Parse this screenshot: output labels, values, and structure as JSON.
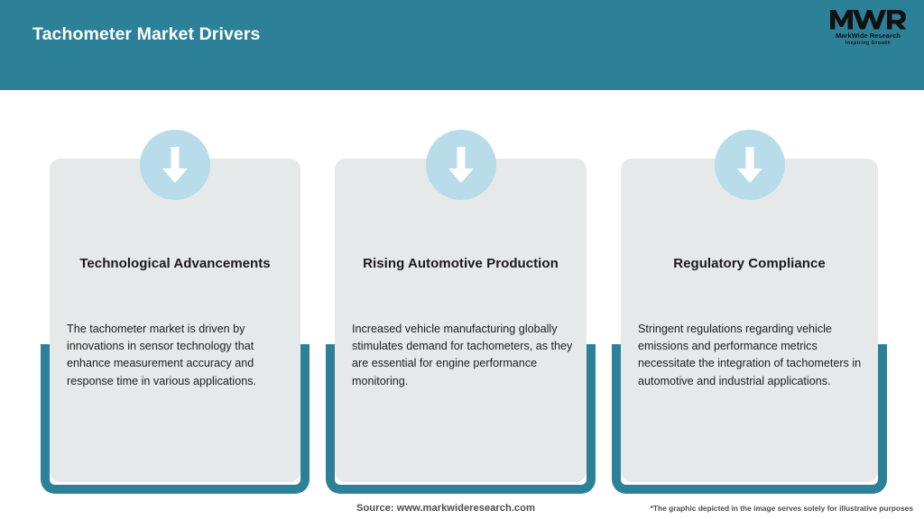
{
  "header": {
    "title": "Tachometer Market Drivers",
    "background_color": "#2c8198",
    "title_color": "#ffffff"
  },
  "logo": {
    "mark": "MWR",
    "name": "MarkWide Research",
    "tagline": "Inspiring Growth"
  },
  "theme": {
    "accent_teal": "#2c8198",
    "card_background": "#e6e9ea",
    "icon_circle": "#b8dcea",
    "arrow_color": "#ffffff",
    "page_background": "#ffffff"
  },
  "cards": [
    {
      "icon": "arrow-down-icon",
      "title": "Technological Advancements",
      "body": "The tachometer market is driven by innovations in sensor technology that enhance measurement accuracy and response time in various applications."
    },
    {
      "icon": "arrow-down-icon",
      "title": "Rising Automotive Production",
      "body": "Increased vehicle manufacturing globally stimulates demand for tachometers, as they are essential for engine performance monitoring."
    },
    {
      "icon": "arrow-down-icon",
      "title": "Regulatory Compliance",
      "body": "Stringent regulations regarding vehicle emissions and performance metrics necessitate the integration of tachometers in automotive and industrial applications."
    }
  ],
  "footer": {
    "source": "Source: www.markwideresearch.com",
    "disclaimer": "*The graphic depicted in the image serves solely for illustrative purposes"
  }
}
